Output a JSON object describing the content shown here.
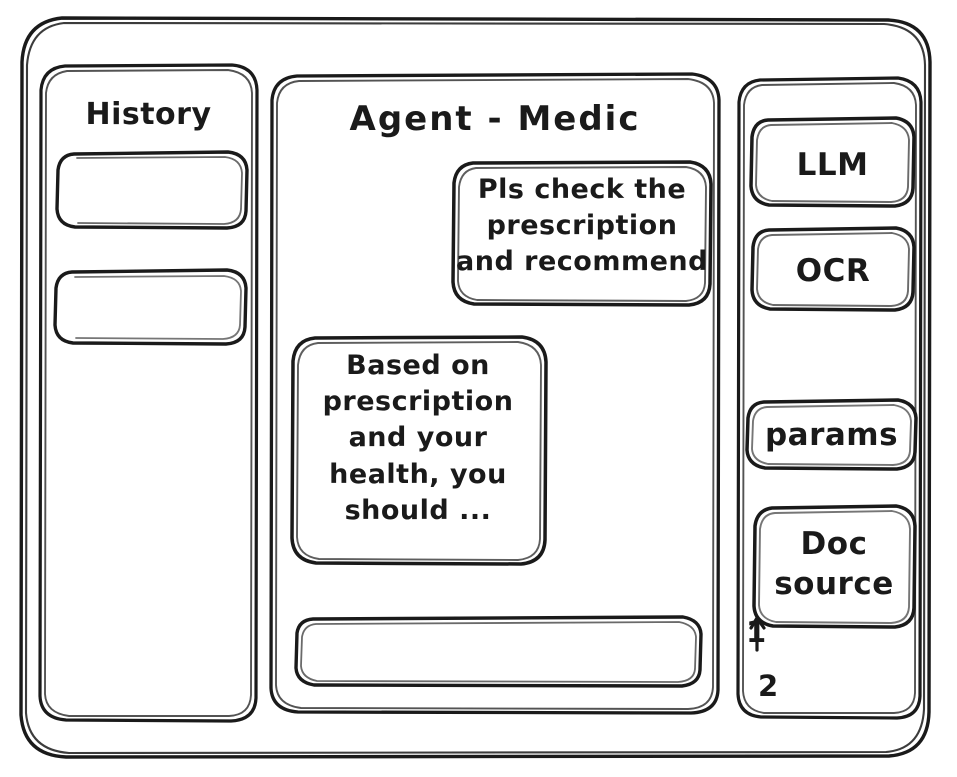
{
  "window": {
    "style": "hand-drawn-wireframe",
    "stroke_color": "#1a1a1a",
    "background_color": "#ffffff"
  },
  "sidebar_left": {
    "title": "History",
    "items": [
      {
        "label": ""
      },
      {
        "label": ""
      }
    ]
  },
  "main": {
    "title": "Agent - Medic",
    "messages": [
      {
        "role": "user",
        "text": "Pls check the\nprescription\nand recommend"
      },
      {
        "role": "assistant",
        "text": "Based on\nprescription\nand your\nhealth, you\nshould ..."
      }
    ],
    "composer": {
      "value": "",
      "placeholder": ""
    }
  },
  "sidebar_right": {
    "buttons": [
      {
        "label": "LLM"
      },
      {
        "label": "OCR"
      },
      {
        "label": "params"
      },
      {
        "label": "Doc\nsource"
      }
    ],
    "references": [
      {
        "label": "1"
      },
      {
        "label": "2"
      }
    ]
  }
}
